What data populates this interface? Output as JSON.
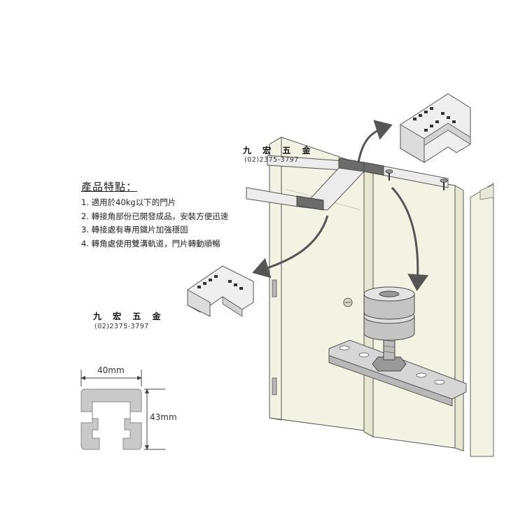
{
  "brand": {
    "name": "九 宏 五 金",
    "phone": "(02)2375-3797"
  },
  "features": {
    "title": "產品特點：",
    "items": [
      "1. 適用於40kg以下的門片",
      "2. 轉接角部份已開發成品，安裝方便迅速",
      "3. 轉接處有專用鐵片加強穩固",
      "4. 轉角處使用雙溝軌道，門片轉動順暢"
    ]
  },
  "profile": {
    "width_label": "40mm",
    "height_label": "43mm"
  },
  "colors": {
    "door_fill": "#f3f3e3",
    "rail_gray": "#c8c8c8",
    "line": "#555555",
    "arrow": "#555555"
  }
}
